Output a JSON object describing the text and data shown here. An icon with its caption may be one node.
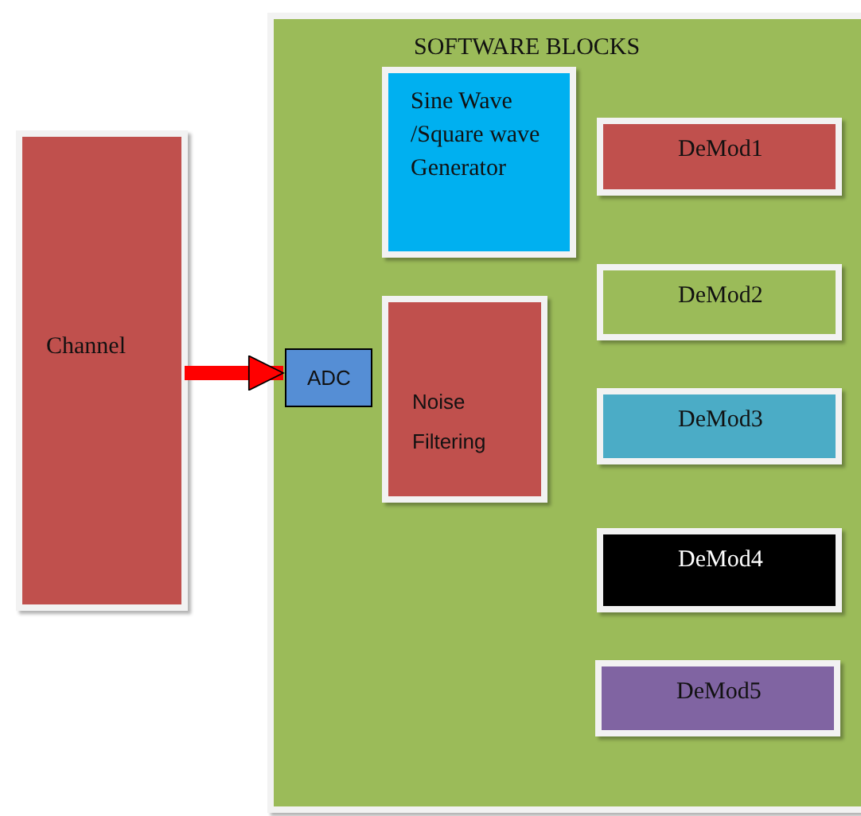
{
  "diagram": {
    "nodes": [
      {
        "text": [
          "SOFTWARE BLOCKS"
        ]
      },
      {
        "text": [
          "Channel"
        ]
      },
      {
        "text": [
          "ADC"
        ],
        "in": 0
      },
      {
        "text": [
          "Sine Wave /Square wave Generator"
        ],
        "in": 0
      },
      {
        "text": [
          "Noise Filtering"
        ],
        "in": 0
      },
      {
        "text": [
          "DeMod1"
        ],
        "in": 0
      },
      {
        "text": [
          "DeMod2"
        ],
        "in": 0
      },
      {
        "text": [
          "DeMod3"
        ],
        "in": 0
      },
      {
        "text": [
          "DeMod4"
        ],
        "in": 0
      },
      {
        "text": [
          "DeMod5"
        ],
        "in": 0
      }
    ],
    "edges": [
      {
        "from": 1,
        "to": 2,
        "arrow": "to",
        "color": "#ff0000"
      }
    ]
  }
}
